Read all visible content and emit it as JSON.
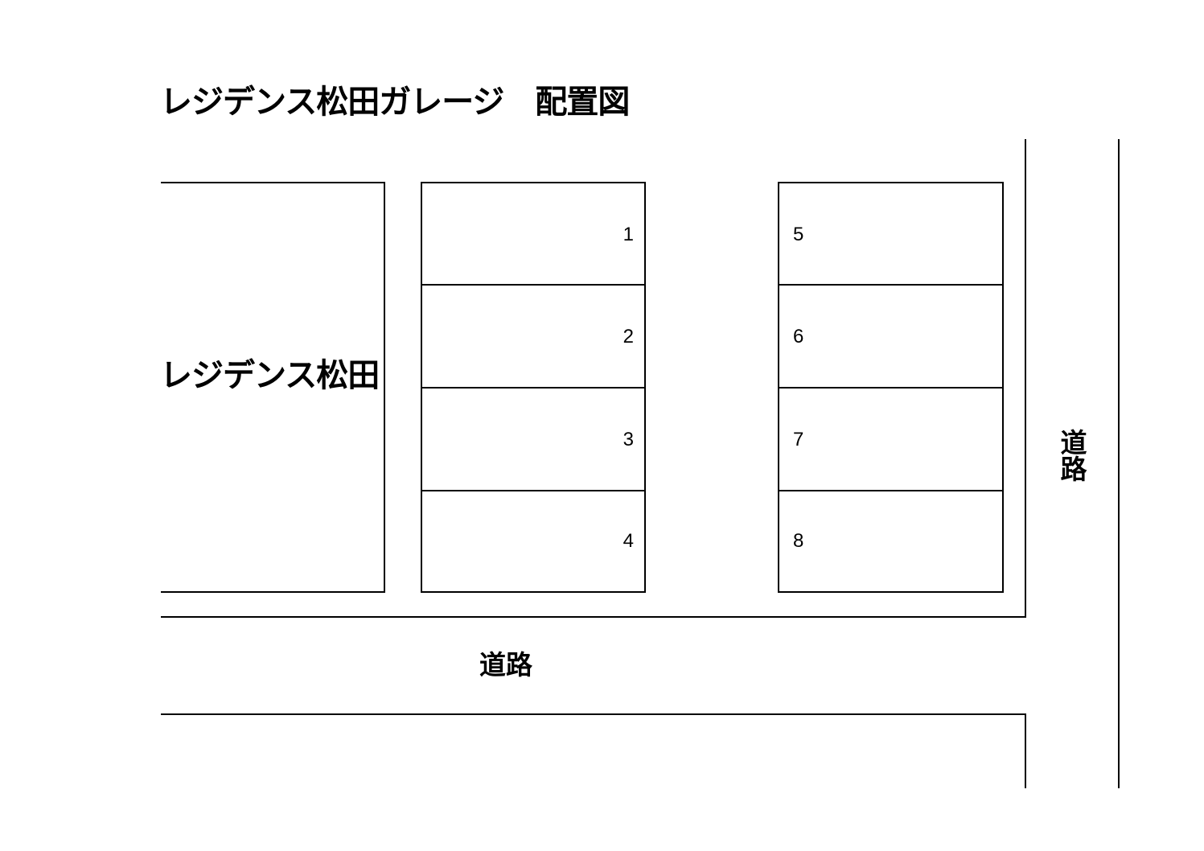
{
  "title": "レジデンス松田ガレージ　配置図",
  "building": {
    "label": "レジデンス松田"
  },
  "roads": {
    "bottom_label": "道路",
    "right_label": "道路"
  },
  "stalls": {
    "left_column": [
      "1",
      "2",
      "3",
      "4"
    ],
    "right_column": [
      "5",
      "6",
      "7",
      "8"
    ]
  },
  "colors": {
    "line": "#000000",
    "background": "#ffffff"
  }
}
